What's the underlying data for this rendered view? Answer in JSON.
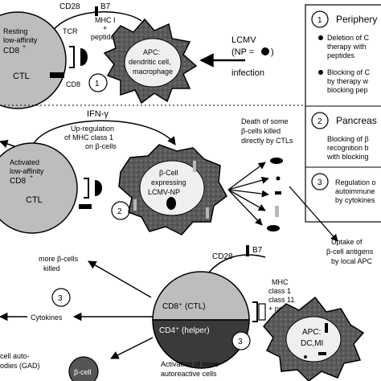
{
  "cd28_b7_top": {
    "cd28": "CD28",
    "b7": "B7"
  },
  "resting_cell": {
    "line1": "Resting",
    "line2": "low-affinity",
    "line3": "CD8",
    "sup": "+",
    "ctl": "CTL"
  },
  "tcr_label": "TCR",
  "mhc_top": {
    "line1": "MHC I",
    "line2": "+",
    "line3": "peptide"
  },
  "cd8_label": "CD8",
  "circle_1_top": "1",
  "apc_top": {
    "line1": "APC:",
    "line2": "dendritic cell,",
    "line3": "macrophage"
  },
  "lcmv": {
    "line1": "LCMV",
    "line2": "(NP =",
    "line2b": ")",
    "line3": "infection"
  },
  "legend": {
    "item1_num": "1",
    "item1_title": "Periphery",
    "item1_b1": [
      "Deletion of C",
      "therapy with",
      "peptides"
    ],
    "item1_b2": [
      "Blocking of C",
      "by therapy w",
      "blocking pep"
    ],
    "item2_num": "2",
    "item2_title": "Pancreas",
    "item2_text": [
      "Blocking of β",
      "recognition b",
      "with blocking"
    ],
    "item3_num": "3",
    "item3_text": [
      "Regulation o",
      "autoimmune",
      "by cytokines"
    ]
  },
  "ifn_label": "IFN-γ",
  "upregulation": {
    "line1": "Up-regulation",
    "line2": "of MHC class 1",
    "line3": "on β-cells"
  },
  "activated_cell": {
    "line1": "Activated",
    "line2": "low-affinity",
    "line3": "CD8",
    "sup": "+",
    "ctl": "CTL"
  },
  "circle_2": "2",
  "beta_cell": {
    "line1": "β-Cell",
    "line2": "expressing",
    "line3": "LCMV-NP"
  },
  "death_text": [
    "Death of some",
    "β-cells killed",
    "directly by CTLs"
  ],
  "uptake_text": [
    "Uptake of",
    "β-cell antigens",
    "by local APC"
  ],
  "more_beta_killed": [
    "more β-cells",
    "killed"
  ],
  "circle_3_left": "3",
  "cytokines_label": "Cytokines",
  "cd28_b7_bottom": {
    "cd28": "CD28",
    "b7": "B7"
  },
  "mhc_bottom": [
    "MHC",
    "class 1",
    "class 11",
    "+ pep"
  ],
  "central_cell": {
    "top": "CD8⁺ (CTL)",
    "bottom": "CD4⁺ (helper)"
  },
  "circle_3_bottom": "3",
  "apc_bottom": {
    "line1": "APC:",
    "line2": "DC,MI"
  },
  "autoantibodies": [
    "cell auto-",
    "odies (GAD)"
  ],
  "small_beta_cell": "β-cell",
  "activation_text": [
    "Activation of more",
    "autoreactive cells"
  ]
}
